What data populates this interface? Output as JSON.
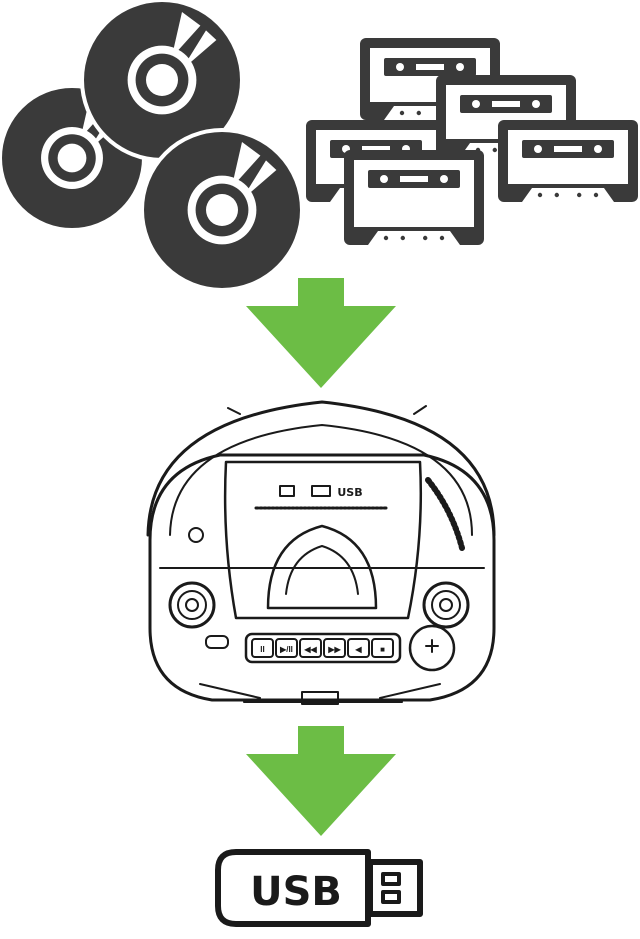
{
  "colors": {
    "ink": "#3a3a3a",
    "line": "#1a1a1a",
    "arrow": "#6cbd45",
    "background": "#ffffff"
  },
  "media": {
    "discs": {
      "count": 3,
      "icon": "cd-disc-icon"
    },
    "cassettes": {
      "count": 5,
      "icon": "cassette-tape-icon"
    }
  },
  "device": {
    "icon": "cd-cassette-boombox",
    "lid_label": "USB",
    "control_labels": [
      "II",
      "▶/II",
      "◀◀",
      "▶▶",
      "◀",
      "■"
    ]
  },
  "flash_drive": {
    "icon": "usb-flash-drive-icon",
    "label": "USB"
  },
  "arrows": [
    {
      "icon": "down-arrow-icon",
      "direction": "down"
    },
    {
      "icon": "down-arrow-icon",
      "direction": "down"
    }
  ]
}
